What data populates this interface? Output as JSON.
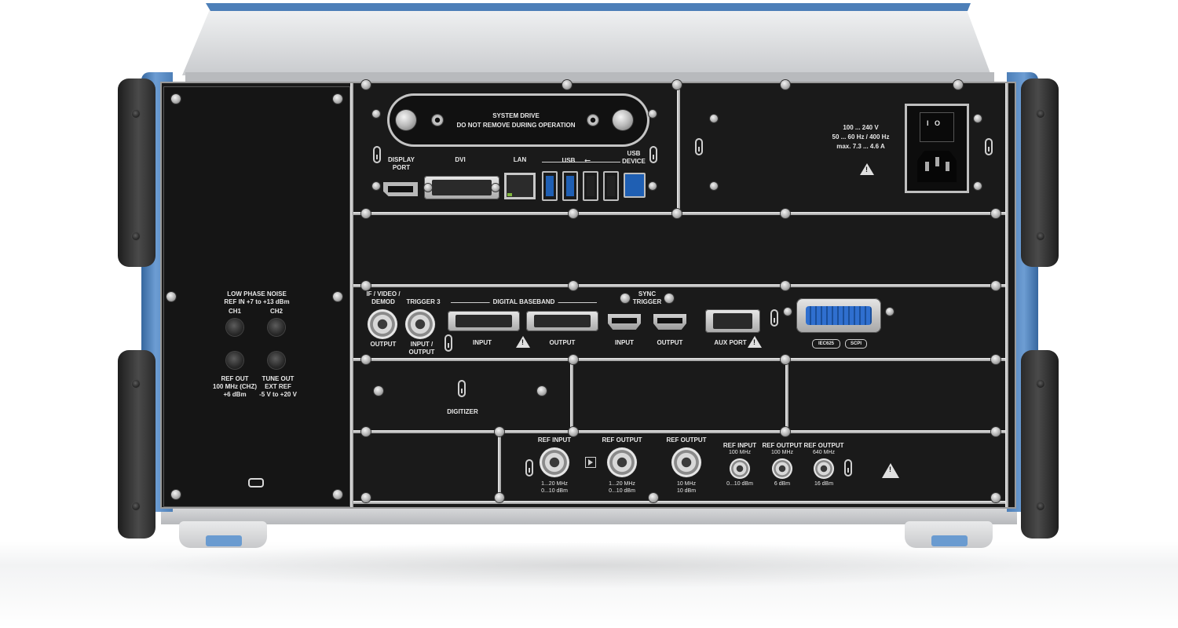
{
  "device": {
    "view": "rear panel",
    "colors": {
      "chassis": "#c9cbce",
      "panel": "#151515",
      "accent_blue": "#4d7fb8",
      "handle": "#2c2c2c",
      "label_text": "#e8e8e8"
    }
  },
  "left_panel": {
    "low_phase_noise_title": "LOW PHASE NOISE",
    "ref_in_line": "REF IN +7 to +13 dBm",
    "ch1": "CH1",
    "ch2": "CH2",
    "ref_out": [
      "REF OUT",
      "100 MHz (CHZ)",
      "+6 dBm"
    ],
    "tune_out": [
      "TUNE OUT",
      "EXT REF",
      "-5 V to +20 V"
    ]
  },
  "system_drive": {
    "line1": "SYSTEM DRIVE",
    "line2": "DO NOT REMOVE DURING OPERATION"
  },
  "top_ports": {
    "display_port": [
      "DISPLAY",
      "PORT"
    ],
    "dvi": "DVI",
    "lan": "LAN",
    "usb": "USB",
    "usb_device": [
      "USB",
      "DEVICE"
    ]
  },
  "power": {
    "line1": "100 ... 240 V",
    "line2": "50 ... 60 Hz / 400 Hz",
    "line3": "max. 7.3 ... 4.6 A",
    "switch_off": "O",
    "switch_on": "I"
  },
  "middle_row": {
    "if_video_demod": [
      "IF / VIDEO /",
      "DEMOD"
    ],
    "if_output": "OUTPUT",
    "trigger3": "TRIGGER 3",
    "trigger3_io": [
      "INPUT /",
      "OUTPUT"
    ],
    "digital_baseband": "DIGITAL BASEBAND",
    "dbb_input": "INPUT",
    "dbb_output": "OUTPUT",
    "sync_trigger": [
      "SYNC",
      "TRIGGER"
    ],
    "sync_input": "INPUT",
    "sync_output": "OUTPUT",
    "aux_port": "AUX PORT",
    "iec_badge": "IEC625",
    "scpi_badge": "SCPI"
  },
  "digitizer": {
    "label": "DIGITIZER"
  },
  "bottom_row": {
    "ref_input_1": {
      "title": "REF INPUT",
      "spec": [
        "1...20 MHz",
        "0...10 dBm"
      ]
    },
    "ref_output_1": {
      "title": "REF OUTPUT",
      "spec": [
        "1...20 MHz",
        "0...10 dBm"
      ]
    },
    "ref_output_2": {
      "title": "REF OUTPUT",
      "spec": [
        "10 MHz",
        "10 dBm"
      ]
    },
    "ref_input_100": {
      "title": "REF INPUT",
      "sub": "100 MHz",
      "spec": "0...10 dBm"
    },
    "ref_output_100": {
      "title": "REF OUTPUT",
      "sub": "100 MHz",
      "spec": "6 dBm"
    },
    "ref_output_640": {
      "title": "REF OUTPUT",
      "sub": "640 MHz",
      "spec": "16 dBm"
    }
  }
}
